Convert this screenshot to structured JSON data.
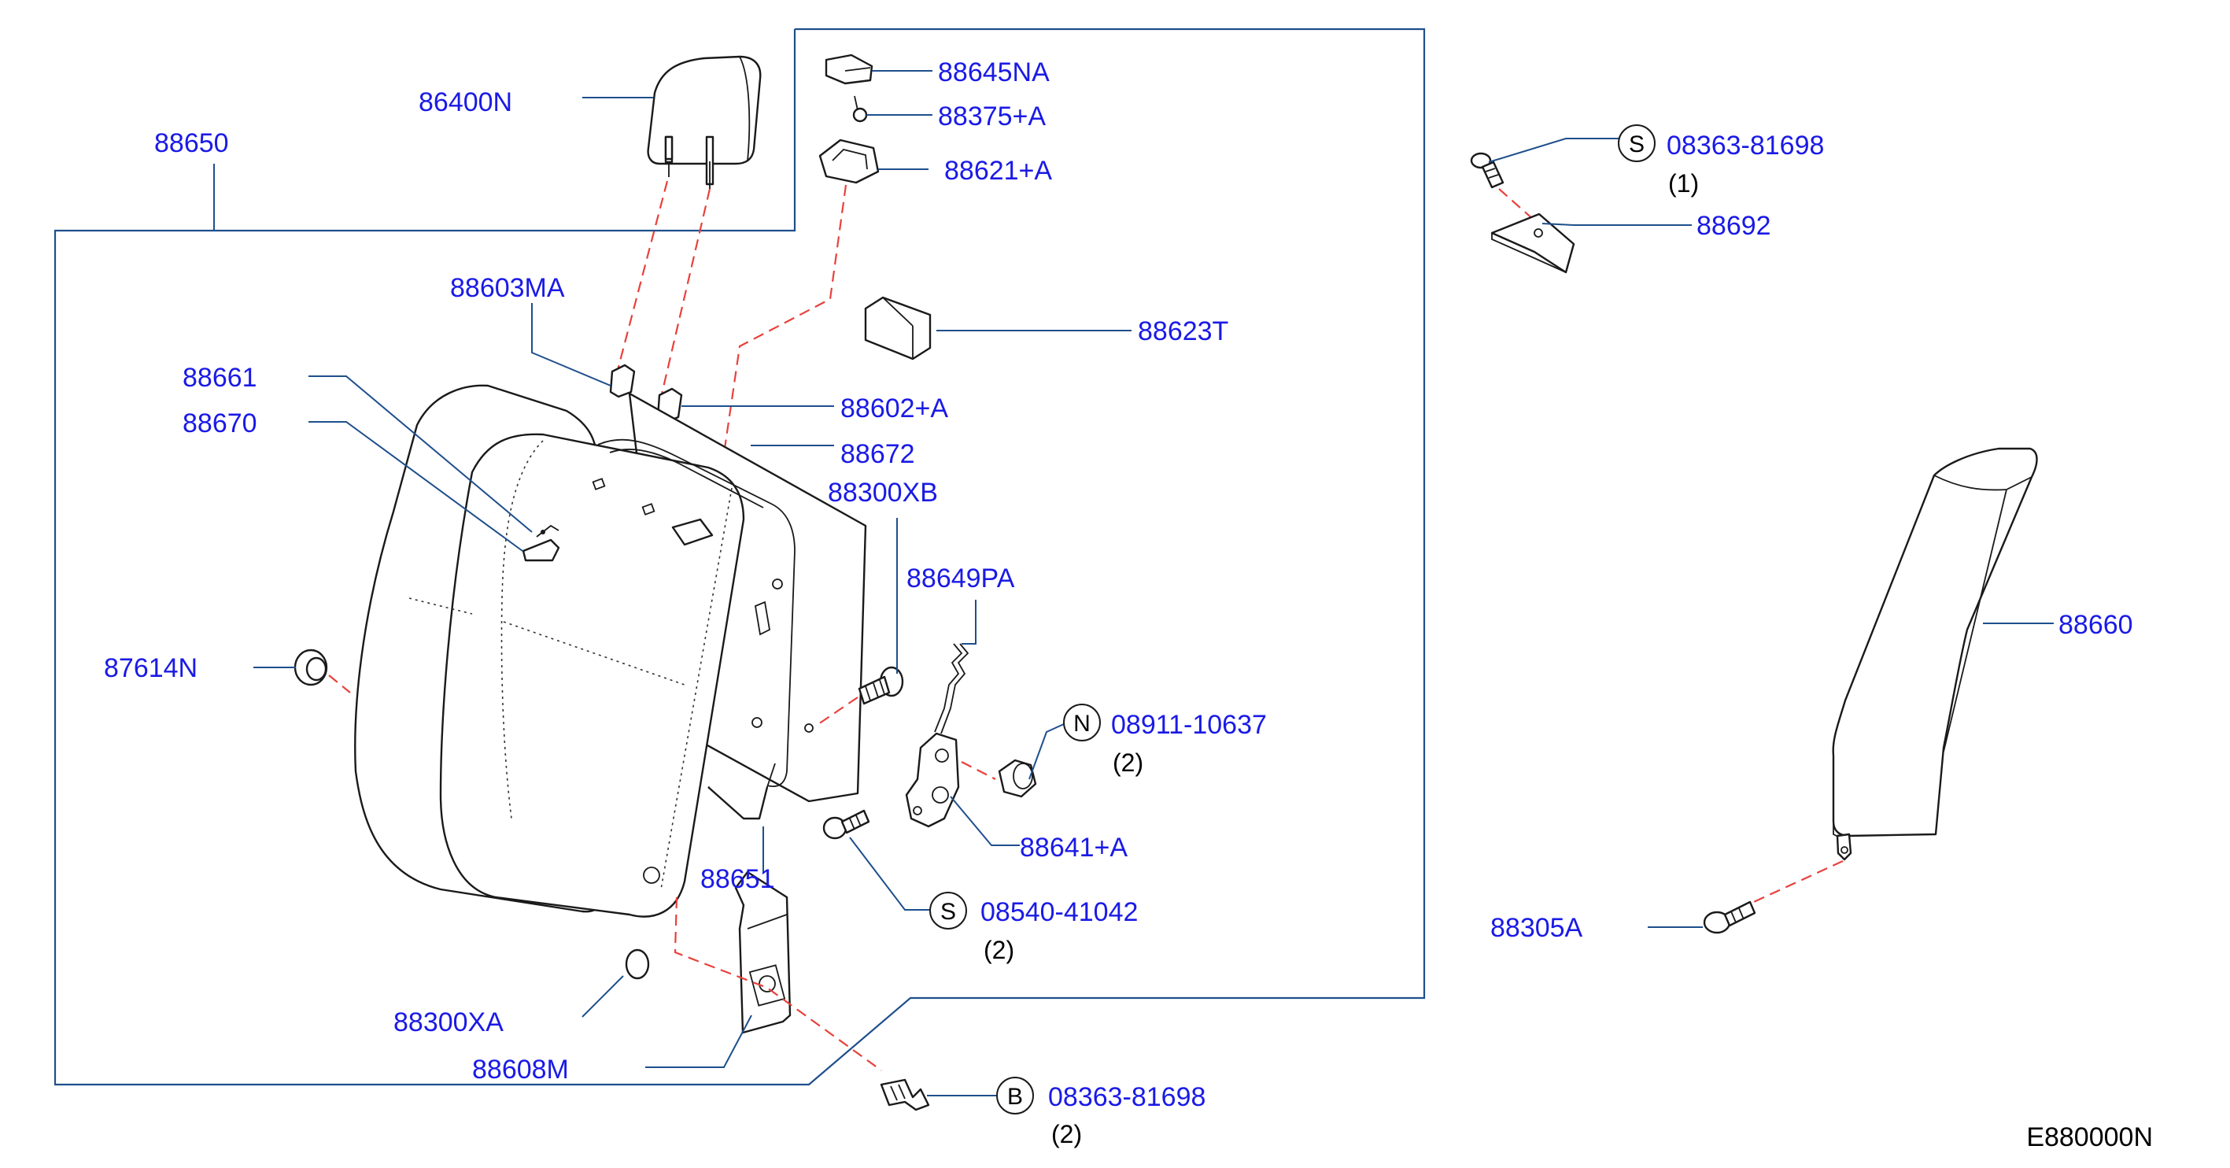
{
  "colors": {
    "label": "#1a1ae6",
    "leader": "#1e4f8c",
    "dashed_line": "#e8413c",
    "part_outline": "#1a1a1a",
    "background": "#ffffff"
  },
  "labels": {
    "p88650": "88650",
    "p86400N": "86400N",
    "p88645NA": "88645NA",
    "p88375A": "88375+A",
    "p88621A": "88621+A",
    "p88603MA": "88603MA",
    "p88623T": "88623T",
    "p88661": "88661",
    "p88670": "88670",
    "p88602A": "88602+A",
    "p88672": "88672",
    "p88300XB": "88300XB",
    "p88649PA": "88649PA",
    "p87614N": "87614N",
    "p08911_10637": "08911-10637",
    "p88641A": "88641+A",
    "p88651": "88651",
    "p08540_41042": "08540-41042",
    "p88300XA": "88300XA",
    "p88608M": "88608M",
    "p08363_81698_b": "08363-81698",
    "p08363_81698_s": "08363-81698",
    "p88692": "88692",
    "p88660": "88660",
    "p88305A": "88305A"
  },
  "quantities": {
    "q08911_10637": "(2)",
    "q08540_41042": "(2)",
    "q08363_81698_b": "(2)",
    "q08363_81698_s": "(1)"
  },
  "symbols": {
    "n": "N",
    "s1": "S",
    "s2": "S",
    "b": "B"
  },
  "diagram_code": "E880000N"
}
